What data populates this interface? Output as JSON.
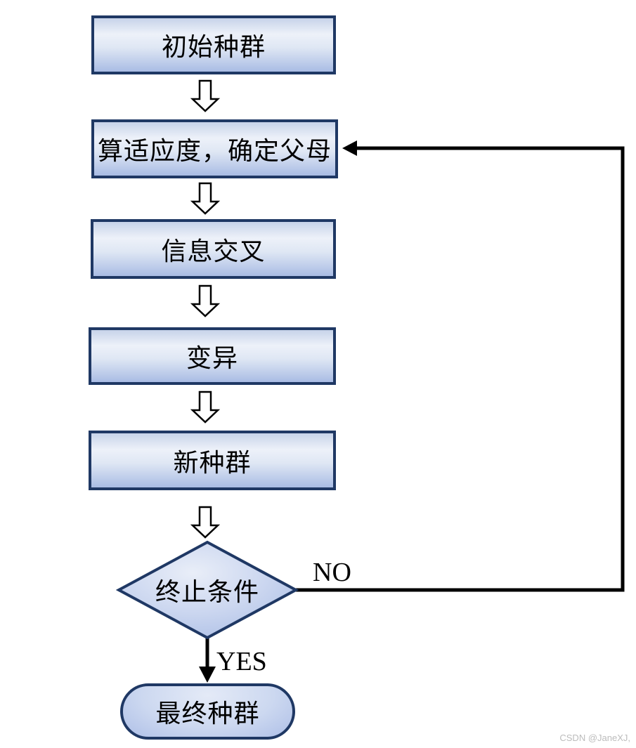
{
  "flowchart": {
    "title_hint": "genetic-algorithm-flowchart",
    "nodes": [
      {
        "id": "initial-population",
        "label": "初始种群",
        "type": "process"
      },
      {
        "id": "fitness-parents",
        "label": "算适应度，确定父母",
        "type": "process"
      },
      {
        "id": "crossover",
        "label": "信息交叉",
        "type": "process"
      },
      {
        "id": "mutation",
        "label": "变异",
        "type": "process"
      },
      {
        "id": "new-population",
        "label": "新种群",
        "type": "process"
      },
      {
        "id": "termination-condition",
        "label": "终止条件",
        "type": "decision"
      },
      {
        "id": "final-population",
        "label": "最终种群",
        "type": "terminator"
      }
    ],
    "edges": [
      {
        "from": "initial-population",
        "to": "fitness-parents",
        "label": ""
      },
      {
        "from": "fitness-parents",
        "to": "crossover",
        "label": ""
      },
      {
        "from": "crossover",
        "to": "mutation",
        "label": ""
      },
      {
        "from": "mutation",
        "to": "new-population",
        "label": ""
      },
      {
        "from": "new-population",
        "to": "termination-condition",
        "label": ""
      },
      {
        "from": "termination-condition",
        "to": "fitness-parents",
        "label": "NO"
      },
      {
        "from": "termination-condition",
        "to": "final-population",
        "label": "YES"
      }
    ],
    "labels": {
      "no": "NO",
      "yes": "YES"
    },
    "colors": {
      "node_border": "#1f3864",
      "node_fill_top": "#c7d3e9",
      "node_fill_light": "#edf1f9",
      "node_fill_dark": "#a9bce4",
      "connector": "#000000",
      "text": "#000000"
    }
  },
  "watermark": {
    "text": "CSDN @JaneXJ,"
  }
}
